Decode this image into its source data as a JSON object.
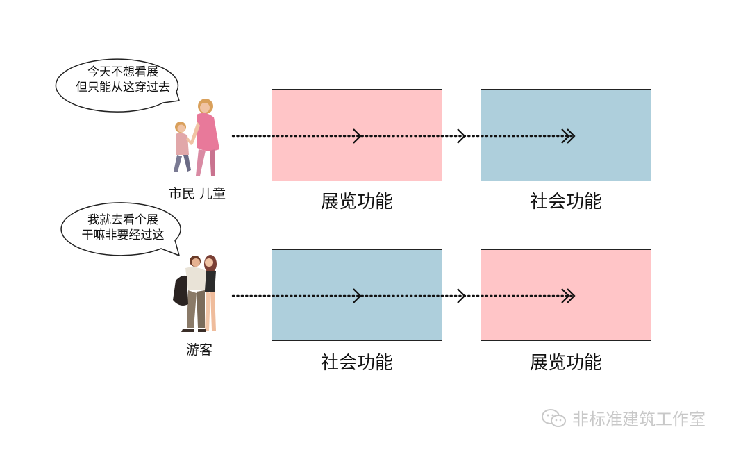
{
  "colors": {
    "exhibition_fill": "#ffc5c7",
    "social_fill": "#aecfdc",
    "box_border": "#222222",
    "watermark": "#c8c8c8"
  },
  "rows": [
    {
      "group_label": "市民 儿童",
      "speech": [
        "今天不想看展",
        "但只能从这穿过去"
      ],
      "figure_icon": "mother-and-child-icon",
      "boxes": [
        {
          "label": "展览功能",
          "kind": "exhibition"
        },
        {
          "label": "社会功能",
          "kind": "social"
        }
      ]
    },
    {
      "group_label": "游客",
      "speech": [
        "我就去看个展",
        "干嘛非要经过这"
      ],
      "figure_icon": "couple-icon",
      "boxes": [
        {
          "label": "社会功能",
          "kind": "social"
        },
        {
          "label": "展览功能",
          "kind": "exhibition"
        }
      ]
    }
  ],
  "watermark": {
    "icon": "wechat-icon",
    "text": "非标准建筑工作室"
  }
}
